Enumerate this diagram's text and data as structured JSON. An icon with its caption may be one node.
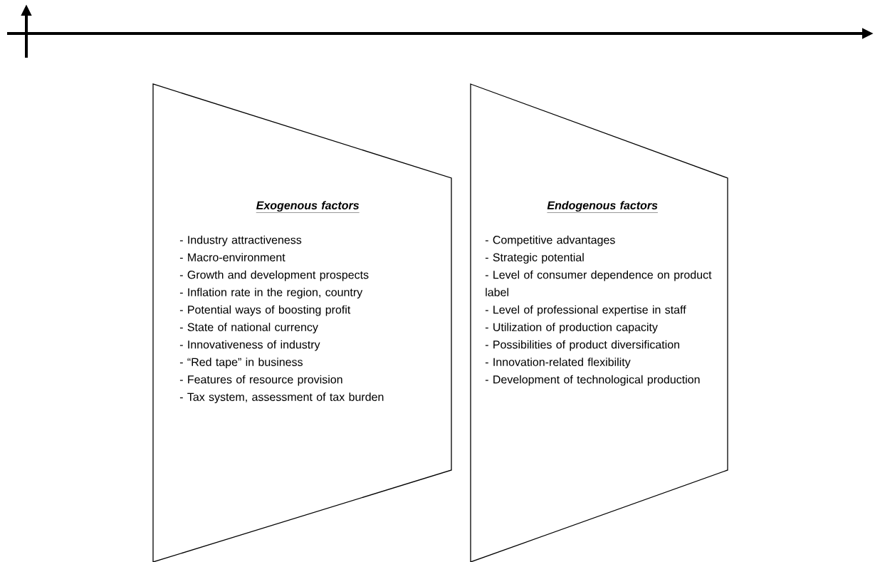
{
  "diagram": {
    "nodes": [
      {
        "text": [
          "Exogenous factors",
          "- Industry attractiveness",
          "- Macro-environment",
          "- Growth and development prospects",
          "- Inflation rate in the region, country",
          "- Potential ways of boosting profit",
          "- State of national currency",
          "- Innovativeness of industry",
          "- “Red tape” in business",
          "- Features of resource provision",
          "- Tax system, assessment of tax burden"
        ]
      },
      {
        "text": [
          "Endogenous factors",
          "- Competitive advantages",
          "- Strategic potential",
          "- Level of consumer dependence on product label",
          "- Level of professional expertise in staff",
          "- Utilization of production capacity",
          "- Possibilities of product diversification",
          "- Innovation-related flexibility",
          "- Development of technological production"
        ]
      }
    ]
  }
}
